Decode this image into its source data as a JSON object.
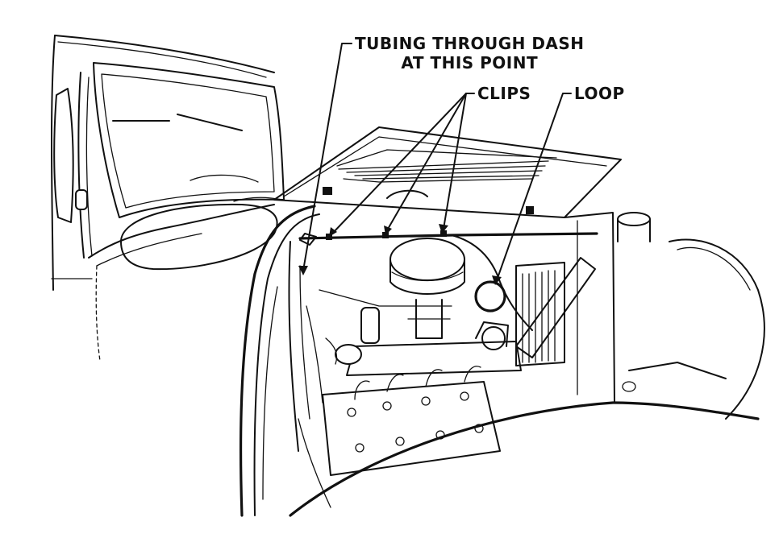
{
  "callouts": {
    "tubing_line1": "TUBING THROUGH DASH",
    "tubing_line2": "AT THIS POINT",
    "clips": "CLIPS",
    "loop": "LOOP"
  }
}
